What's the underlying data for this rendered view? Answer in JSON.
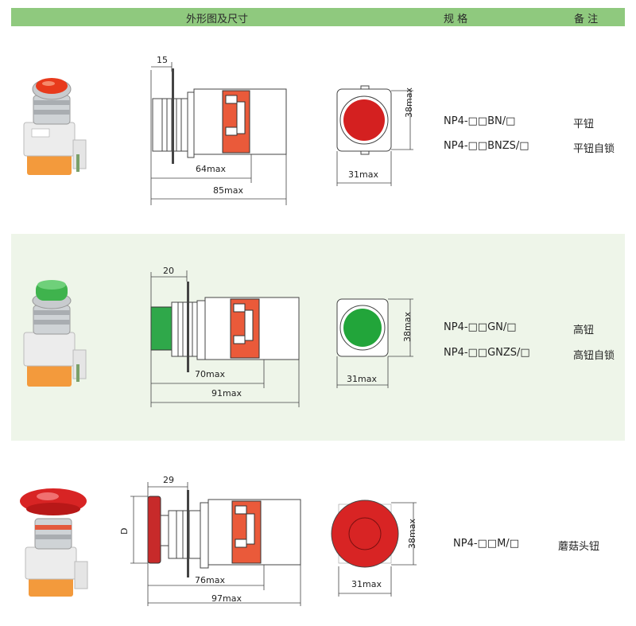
{
  "header": {
    "col_drawing": "外形图及尺寸",
    "col_spec": "规 格",
    "col_note": "备 注"
  },
  "rows": [
    {
      "dims": {
        "head": "15",
        "body": "64max",
        "total": "85max",
        "height": "38max",
        "width": "31max"
      },
      "specs": [
        {
          "model": "NP4-□□BN/□",
          "note": "平钮"
        },
        {
          "model": "NP4-□□BNZS/□",
          "note": "平钮自锁"
        }
      ],
      "button_color": "#d42020"
    },
    {
      "dims": {
        "head": "20",
        "body": "70max",
        "total": "91max",
        "height": "38max",
        "width": "31max"
      },
      "specs": [
        {
          "model": "NP4-□□GN/□",
          "note": "高钮"
        },
        {
          "model": "NP4-□□GNZS/□",
          "note": "高钮自锁"
        }
      ],
      "button_color": "#22a53a"
    },
    {
      "dims": {
        "head": "29",
        "diameter": "D",
        "body": "76max",
        "total": "97max",
        "height": "38max",
        "width": "31max"
      },
      "specs": [
        {
          "model": "NP4-□□M/□",
          "note": "蘑菇头钮"
        }
      ],
      "button_color": "#d42020"
    }
  ]
}
